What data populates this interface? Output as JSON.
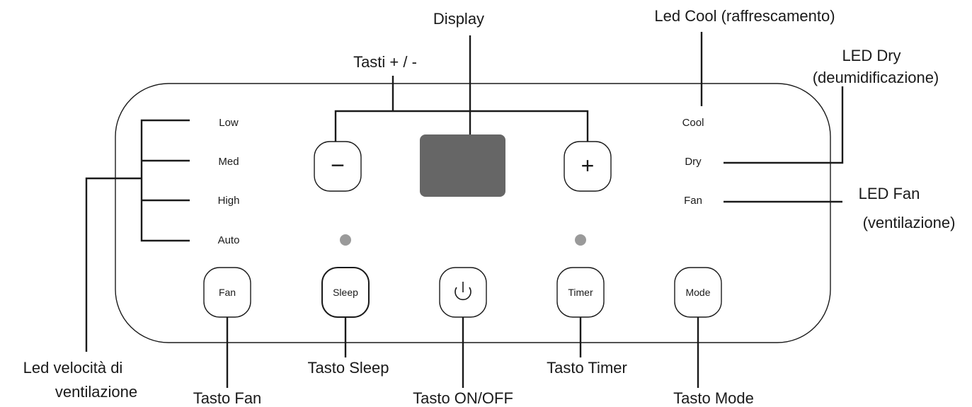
{
  "callouts": {
    "display": "Display",
    "plus_minus_keys": "Tasti + / -",
    "led_cool": "Led Cool (raffrescamento)",
    "led_dry_line1": "LED Dry",
    "led_dry_line2": "(deumidificazione)",
    "led_fan_line1": "LED Fan",
    "led_fan_line2": "(ventilazione)",
    "fan_speed_leds_line1": "Led velocità di",
    "fan_speed_leds_line2": "ventilazione",
    "key_fan": "Tasto Fan",
    "key_sleep": "Tasto Sleep",
    "key_power": "Tasto ON/OFF",
    "key_timer": "Tasto Timer",
    "key_mode": "Tasto Mode"
  },
  "panel": {
    "speed_labels": [
      "Low",
      "Med",
      "High",
      "Auto"
    ],
    "mode_labels": [
      "Cool",
      "Dry",
      "Fan"
    ],
    "buttons": {
      "minus": "−",
      "plus": "+",
      "fan": "Fan",
      "sleep": "Sleep",
      "timer": "Timer",
      "mode": "Mode"
    },
    "icons": {
      "power": "power-icon",
      "indicator_dot_color": "#9a9a9a",
      "display_color": "#666666"
    }
  }
}
